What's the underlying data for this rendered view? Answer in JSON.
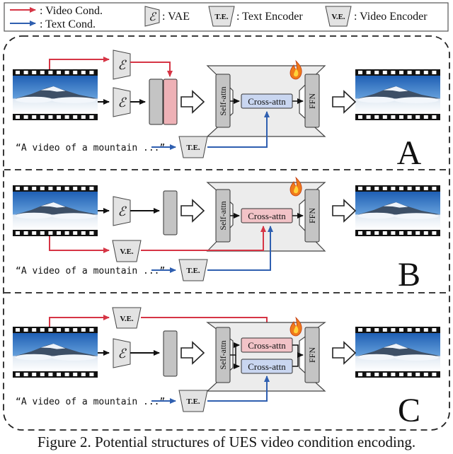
{
  "legend": {
    "video_cond": ": Video Cond.",
    "text_cond": ": Text Cond.",
    "vae_symbol": "ℰ",
    "vae": ": VAE",
    "te_symbol": "T.E.",
    "te": ": Text Encoder",
    "ve_symbol": "V.E.",
    "ve": ": Video Encoder"
  },
  "labels": {
    "encoder_symbol": "ℰ",
    "self_attn": "Self-attn",
    "cross_attn": "Cross-attn",
    "ffn": "FFN",
    "text_encoder": "T.E.",
    "video_encoder": "V.E.",
    "prompt": "“A video of a mountain ...”"
  },
  "panels": [
    {
      "letter": "A"
    },
    {
      "letter": "B"
    },
    {
      "letter": "C"
    }
  ],
  "caption": "Figure 2.  Potential structures of UES video condition encoding.",
  "colors": {
    "video_cond": "#d63545",
    "text_cond": "#2f5fb0",
    "vae_fill": "#e3e3e3",
    "latent_gray": "#c4c4c4",
    "latent_pink": "#eeb1b6",
    "cross_blue": "#c9d6f0",
    "cross_pink": "#f2c3c7",
    "unet_fill": "#ececec"
  }
}
